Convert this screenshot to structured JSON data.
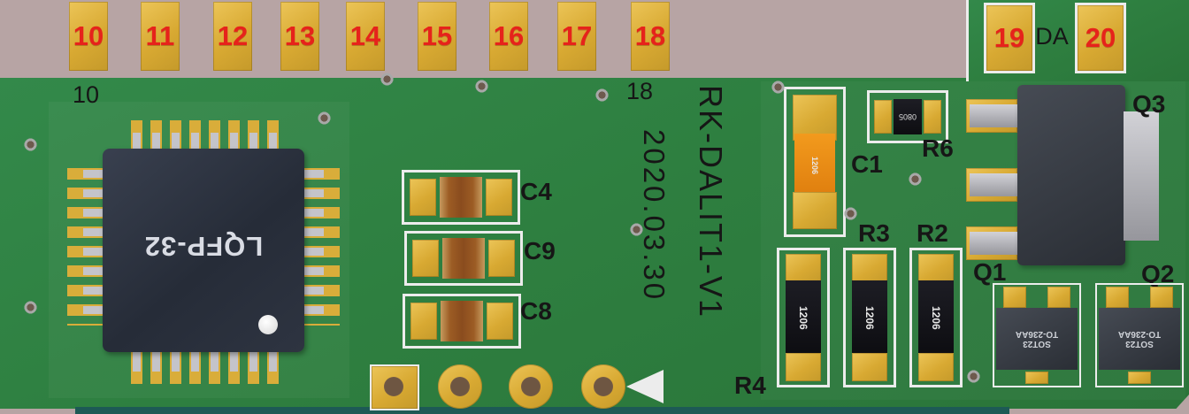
{
  "colors": {
    "background": "#b7a4a4",
    "board-green": "#2e7f40",
    "pad-gold": "#dcae3c",
    "silkscreen-red": "#e6231b",
    "silkscreen-black": "#161616",
    "silkscreen-white": "#ececec"
  },
  "edge_pads_top": [
    "10",
    "11",
    "12",
    "13",
    "14",
    "15",
    "16",
    "17",
    "18"
  ],
  "edge_pads_right": [
    "19",
    "20"
  ],
  "board": {
    "da_label": "DA",
    "pin_label_10": "10",
    "pin_label_18": "18",
    "date_vertical": "2020.03.30",
    "title_vertical": "RK-DALIT1-V1"
  },
  "refdes": {
    "c4": "C4",
    "c9": "C9",
    "c8": "C8",
    "c1": "C1",
    "r6": "R6",
    "r3": "R3",
    "r2": "R2",
    "r4": "R4",
    "q1": "Q1",
    "q2": "Q2",
    "q3": "Q3"
  },
  "markings": {
    "mcu": "LQFP-32",
    "r6_code": "0805",
    "c1_code": "1206",
    "r4_code": "1206",
    "r3_code": "1206",
    "r2_code": "1206",
    "sot23_line1": "SOT23",
    "sot23_line2": "TO-236AA"
  }
}
